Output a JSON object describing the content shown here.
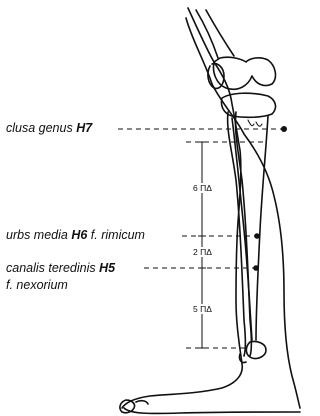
{
  "points": [
    {
      "name": "clusa genus",
      "code": "H7",
      "alt": ""
    },
    {
      "name": "urbs media",
      "code": "H6",
      "alt": "f. rimicum"
    },
    {
      "name": "canalis teredinis",
      "code": "H5",
      "alt": "f. nexorium"
    }
  ],
  "distances": [
    {
      "value": "6",
      "unit": "ΠΔ"
    },
    {
      "value": "2",
      "unit": "ΠΔ"
    },
    {
      "value": "5",
      "unit": "ΠΔ"
    }
  ]
}
